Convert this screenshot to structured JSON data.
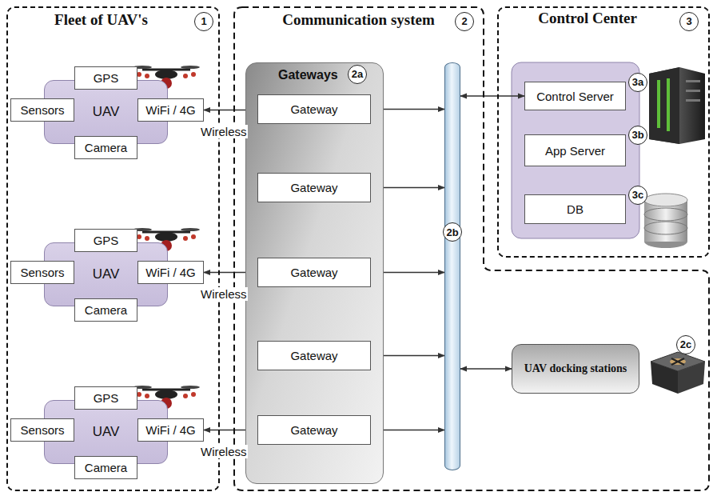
{
  "diagram": {
    "nodes": [
      {
        "text": [
          "Fleet of UAV's"
        ]
      },
      {
        "text": [
          "UAV"
        ],
        "in": 0
      },
      {
        "text": [
          "GPS"
        ],
        "in": 1
      },
      {
        "text": [
          "Sensors"
        ],
        "in": 1
      },
      {
        "text": [
          "WiFi / 4G"
        ],
        "in": 1
      },
      {
        "text": [
          "Camera"
        ],
        "in": 1
      },
      {
        "text": [
          "UAV"
        ],
        "in": 0
      },
      {
        "text": [
          "GPS"
        ],
        "in": 6
      },
      {
        "text": [
          "Sensors"
        ],
        "in": 6
      },
      {
        "text": [
          "WiFi / 4G"
        ],
        "in": 6
      },
      {
        "text": [
          "Camera"
        ],
        "in": 6
      },
      {
        "text": [
          "UAV"
        ],
        "in": 0
      },
      {
        "text": [
          "GPS"
        ],
        "in": 11
      },
      {
        "text": [
          "Sensors"
        ],
        "in": 11
      },
      {
        "text": [
          "WiFi / 4G"
        ],
        "in": 11
      },
      {
        "text": [
          "Camera"
        ],
        "in": 11
      },
      {
        "text": [
          "Communication system"
        ]
      },
      {
        "text": [
          "Gateways"
        ],
        "in": 16
      },
      {
        "text": [
          "Gateway"
        ],
        "in": 17
      },
      {
        "text": [
          "Gateway"
        ],
        "in": 17
      },
      {
        "text": [
          "Gateway"
        ],
        "in": 17
      },
      {
        "text": [
          "Gateway"
        ],
        "in": 17
      },
      {
        "text": [
          "Gateway"
        ],
        "in": 17
      },
      {
        "text": [
          "2b"
        ],
        "in": 16
      },
      {
        "text": [
          "Control Center"
        ]
      },
      {
        "text": [
          "Control Server"
        ],
        "in": 24
      },
      {
        "text": [
          "App Server"
        ],
        "in": 24
      },
      {
        "text": [
          "DB"
        ],
        "in": 24
      },
      {
        "text": [
          "UAV docking stations"
        ],
        "in": 16
      }
    ],
    "edges": [
      {
        "from": 4,
        "to": 18,
        "arrow": "both"
      },
      {
        "from": 9,
        "to": 20,
        "arrow": "both"
      },
      {
        "from": 14,
        "to": 22,
        "arrow": "both"
      },
      {
        "from": 18,
        "to": 23,
        "arrow": "both"
      },
      {
        "from": 19,
        "to": 23,
        "arrow": "both"
      },
      {
        "from": 20,
        "to": 23,
        "arrow": "both"
      },
      {
        "from": 21,
        "to": 23,
        "arrow": "both"
      },
      {
        "from": 22,
        "to": 23,
        "arrow": "both"
      },
      {
        "from": 23,
        "to": 25,
        "arrow": "both"
      },
      {
        "from": 23,
        "to": 28,
        "arrow": "both"
      }
    ],
    "labels": [
      "1",
      "2",
      "3",
      "2a",
      "3a",
      "3b",
      "3c",
      "2c",
      "Wireless",
      "Wireless",
      "Wireless"
    ]
  }
}
